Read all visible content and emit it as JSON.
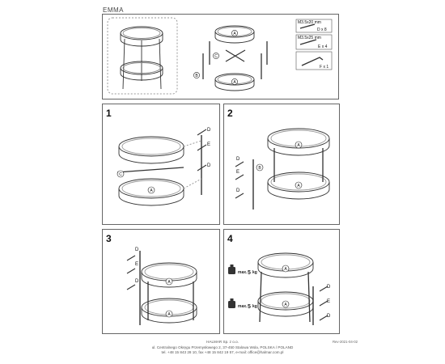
{
  "product_name": "EMMA",
  "parts": {
    "labels": [
      "A",
      "B",
      "C"
    ],
    "hardware": [
      {
        "spec": "M3.5x20 mm",
        "count": "D x 8"
      },
      {
        "spec": "M3.5x25 mm",
        "count": "E x 4"
      },
      {
        "spec": "",
        "count": "F x 1"
      }
    ]
  },
  "steps": [
    {
      "number": "1",
      "labels": [
        "D",
        "E",
        "D",
        "C",
        "A"
      ]
    },
    {
      "number": "2",
      "labels": [
        "A",
        "B",
        "D",
        "E",
        "D",
        "A"
      ]
    },
    {
      "number": "3",
      "labels": [
        "D",
        "E",
        "D",
        "A",
        "A"
      ]
    },
    {
      "number": "4",
      "labels": [
        "A",
        "D",
        "E",
        "D",
        "A"
      ]
    }
  ],
  "weight_limits": [
    {
      "prefix": "max.",
      "value": "5",
      "unit": "kg"
    },
    {
      "prefix": "max.",
      "value": "5",
      "unit": "kg"
    }
  ],
  "footer": {
    "company": "HALMAR Sp. z o.o.",
    "address": "ul. Centralnego Okręgu Przemysłowego 2, 37-450 Stalowa Wola, POLSKA / POLAND",
    "contact": "tel. +48 15 843 28 10, fax +48 15 842 19 57, e-mail: office@halmar.com.pl",
    "revision": "Rev-2021-04-02"
  }
}
